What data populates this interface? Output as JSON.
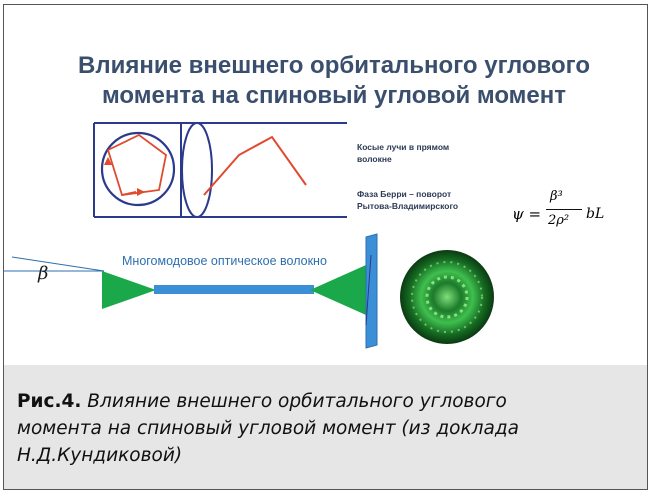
{
  "slide": {
    "title_line1": "Влияние внешнего орбитального углового",
    "title_line2": "момента на спиновый угловой момент",
    "note1_line1": "Косые лучи в прямом",
    "note1_line2": "волокне",
    "note2_line1": "Фаза Берри – поворот",
    "note2_line2": "Рытова-Владимирского",
    "fiber_label": "Многомодовое оптическое волокно",
    "beta_label": "β",
    "formula": {
      "lhs": "ψ =",
      "numerator": "β³",
      "denominator": "2ρ²",
      "tail": "bL"
    }
  },
  "caption": {
    "label": "Рис.4.",
    "text_line1": " Влияние внешнего орбитального углового",
    "text_line2": "момента на спиновый угловой момент (из доклада",
    "text_line3": "Н.Д.Кундиковой)"
  },
  "colors": {
    "title": "#3a4f6e",
    "ray": "#e04a2e",
    "frame_blue": "#2b3a8c",
    "fiber_blue": "#3a8fd6",
    "cone_green": "#1aa84a",
    "caption_bg": "#e6e6e6"
  }
}
